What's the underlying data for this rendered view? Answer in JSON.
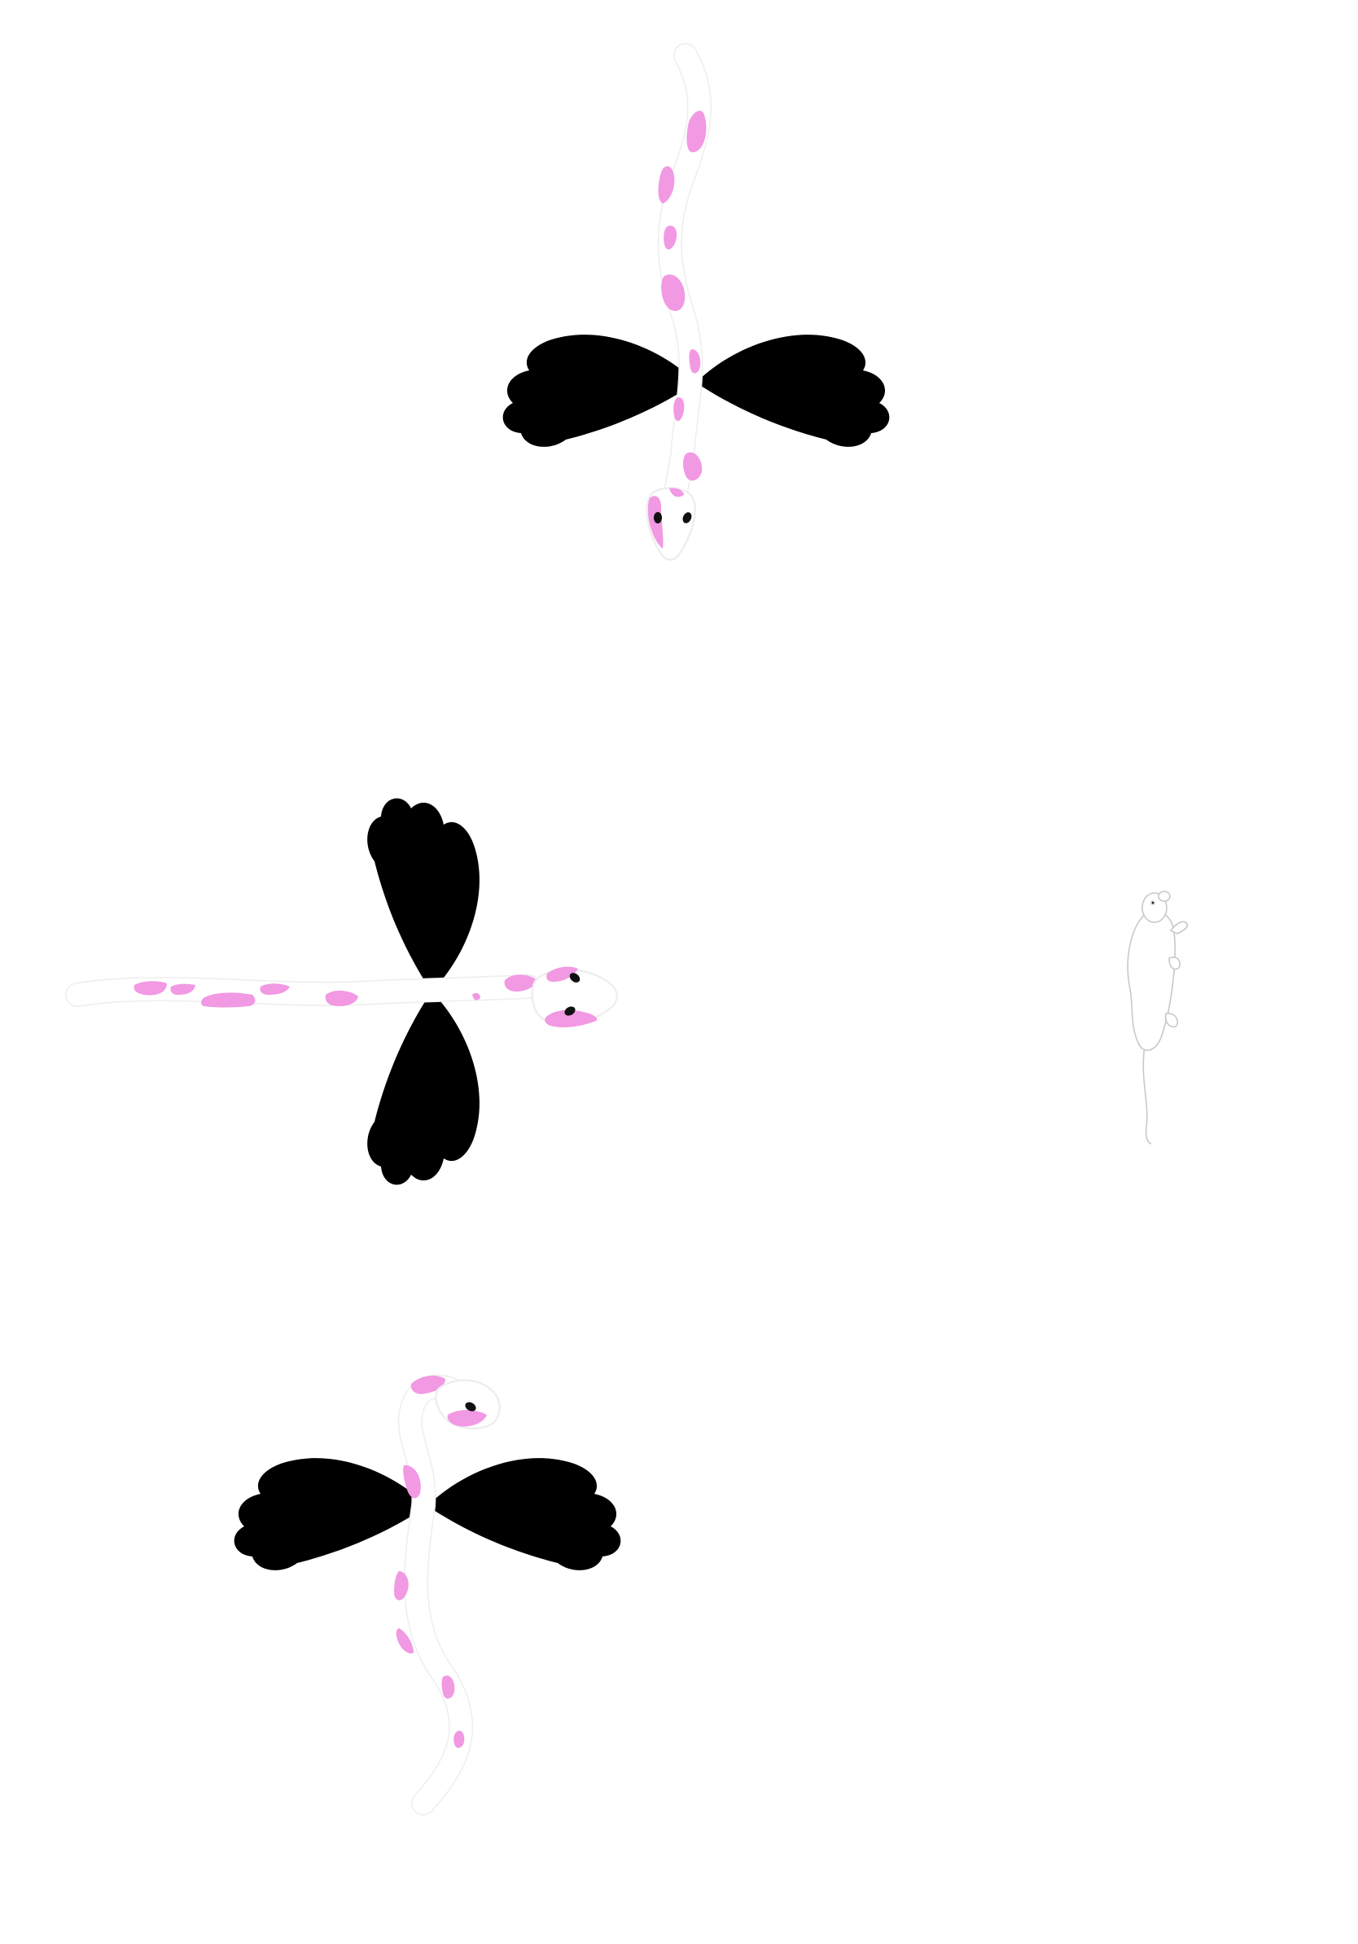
{
  "scene": {
    "background": "#ffffff",
    "snake_spot_color": "#f299e3",
    "snake_outline_color": "#eeeeee",
    "eye_color": "#111111"
  },
  "sprites": [
    {
      "id": "snake-1",
      "kind": "winged-snake",
      "heading": "down",
      "icon": "winged-snake-icon"
    },
    {
      "id": "snake-2",
      "kind": "winged-snake",
      "heading": "right",
      "icon": "winged-snake-icon"
    },
    {
      "id": "mouse-1",
      "kind": "mouse",
      "heading": "up",
      "icon": "mouse-icon"
    },
    {
      "id": "snake-3",
      "kind": "winged-snake",
      "heading": "right-curled",
      "icon": "winged-snake-icon"
    }
  ]
}
